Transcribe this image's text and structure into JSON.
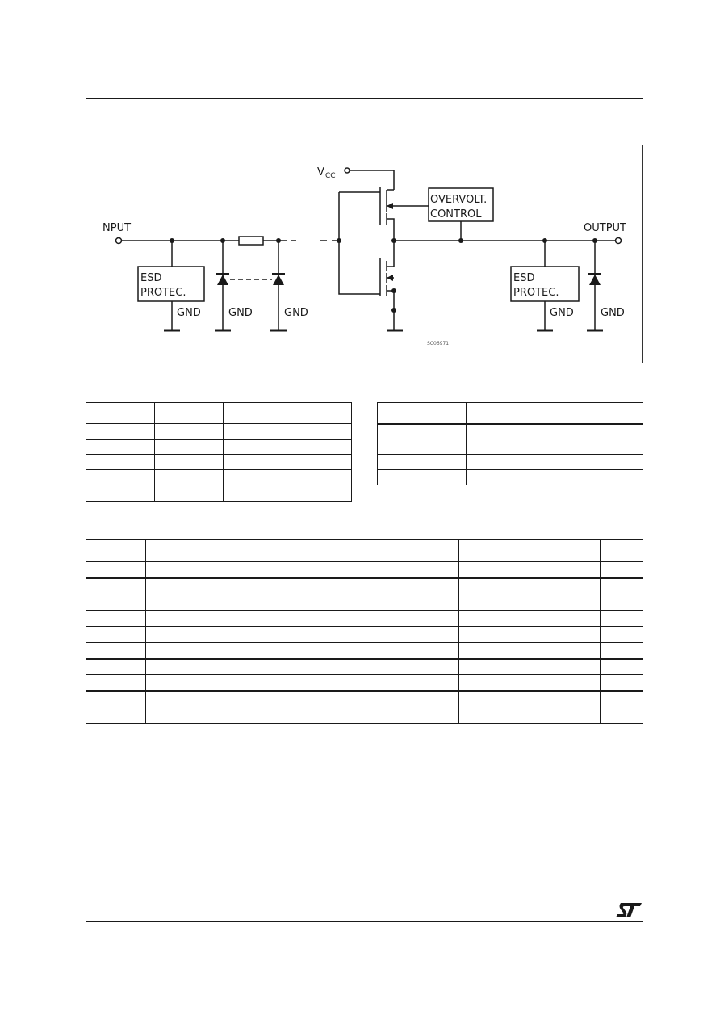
{
  "diagram": {
    "labels": {
      "vcc": "V",
      "vcc_sub": "CC",
      "input": "NPUT",
      "output": "OUTPUT",
      "overvolt_line1": "OVERVOLT.",
      "overvolt_line2": "CONTROL",
      "esd_line1": "ESD",
      "esd_line2": "PROTEC.",
      "gnd": "GND",
      "code": "SC06971"
    }
  },
  "tables": {
    "left_small": {
      "rows": [
        [
          "",
          "",
          ""
        ],
        [
          "",
          "",
          ""
        ],
        [
          "",
          "",
          ""
        ],
        [
          "",
          "",
          ""
        ],
        [
          "",
          "",
          ""
        ],
        [
          "",
          "",
          ""
        ]
      ]
    },
    "right_small": {
      "rows": [
        [
          "",
          "",
          ""
        ],
        [
          "",
          "",
          ""
        ],
        [
          "",
          "",
          ""
        ],
        [
          "",
          "",
          ""
        ],
        [
          "",
          "",
          ""
        ]
      ]
    },
    "ratings": {
      "rows": [
        [
          "",
          "",
          "",
          ""
        ],
        [
          "",
          "",
          "",
          ""
        ],
        [
          "",
          "",
          "",
          ""
        ],
        [
          "",
          "",
          "",
          ""
        ],
        [
          "",
          "",
          "",
          ""
        ],
        [
          "",
          "",
          "",
          ""
        ],
        [
          "",
          "",
          "",
          ""
        ],
        [
          "",
          "",
          "",
          ""
        ],
        [
          "",
          "",
          "",
          ""
        ],
        [
          "",
          "",
          "",
          ""
        ],
        [
          "",
          "",
          "",
          ""
        ]
      ]
    }
  },
  "footer": {
    "logo": "st-logo"
  },
  "colors": {
    "ink": "#1a1a1a",
    "paper": "#ffffff"
  }
}
